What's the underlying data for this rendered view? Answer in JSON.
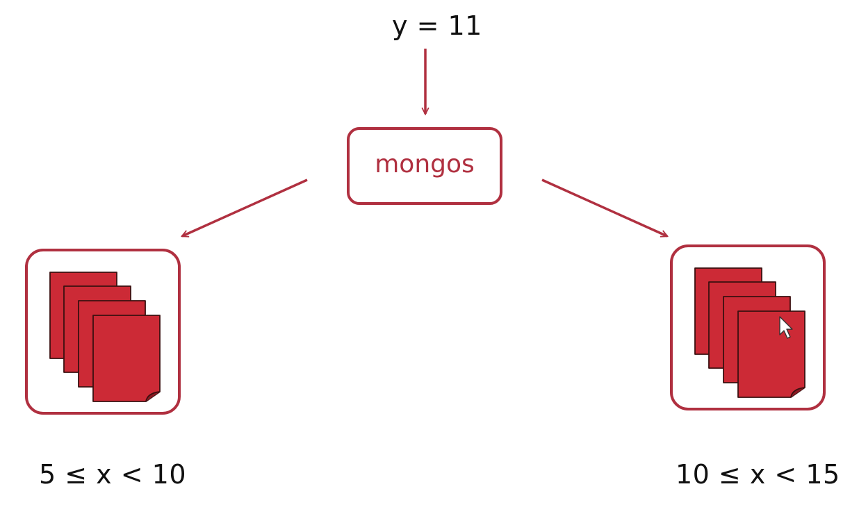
{
  "query": {
    "text": "y = 11"
  },
  "router": {
    "label": "mongos"
  },
  "shards": [
    {
      "range": "5 ≤ x < 10"
    },
    {
      "range": "10 ≤ x < 15"
    }
  ],
  "colors": {
    "accent": "#b03040",
    "document_fill": "#cc2a36",
    "document_stroke": "#3a1010",
    "text": "#111111"
  },
  "icons": {
    "shard_contents": "document-stack-icon",
    "pointer": "mouse-cursor-icon"
  }
}
